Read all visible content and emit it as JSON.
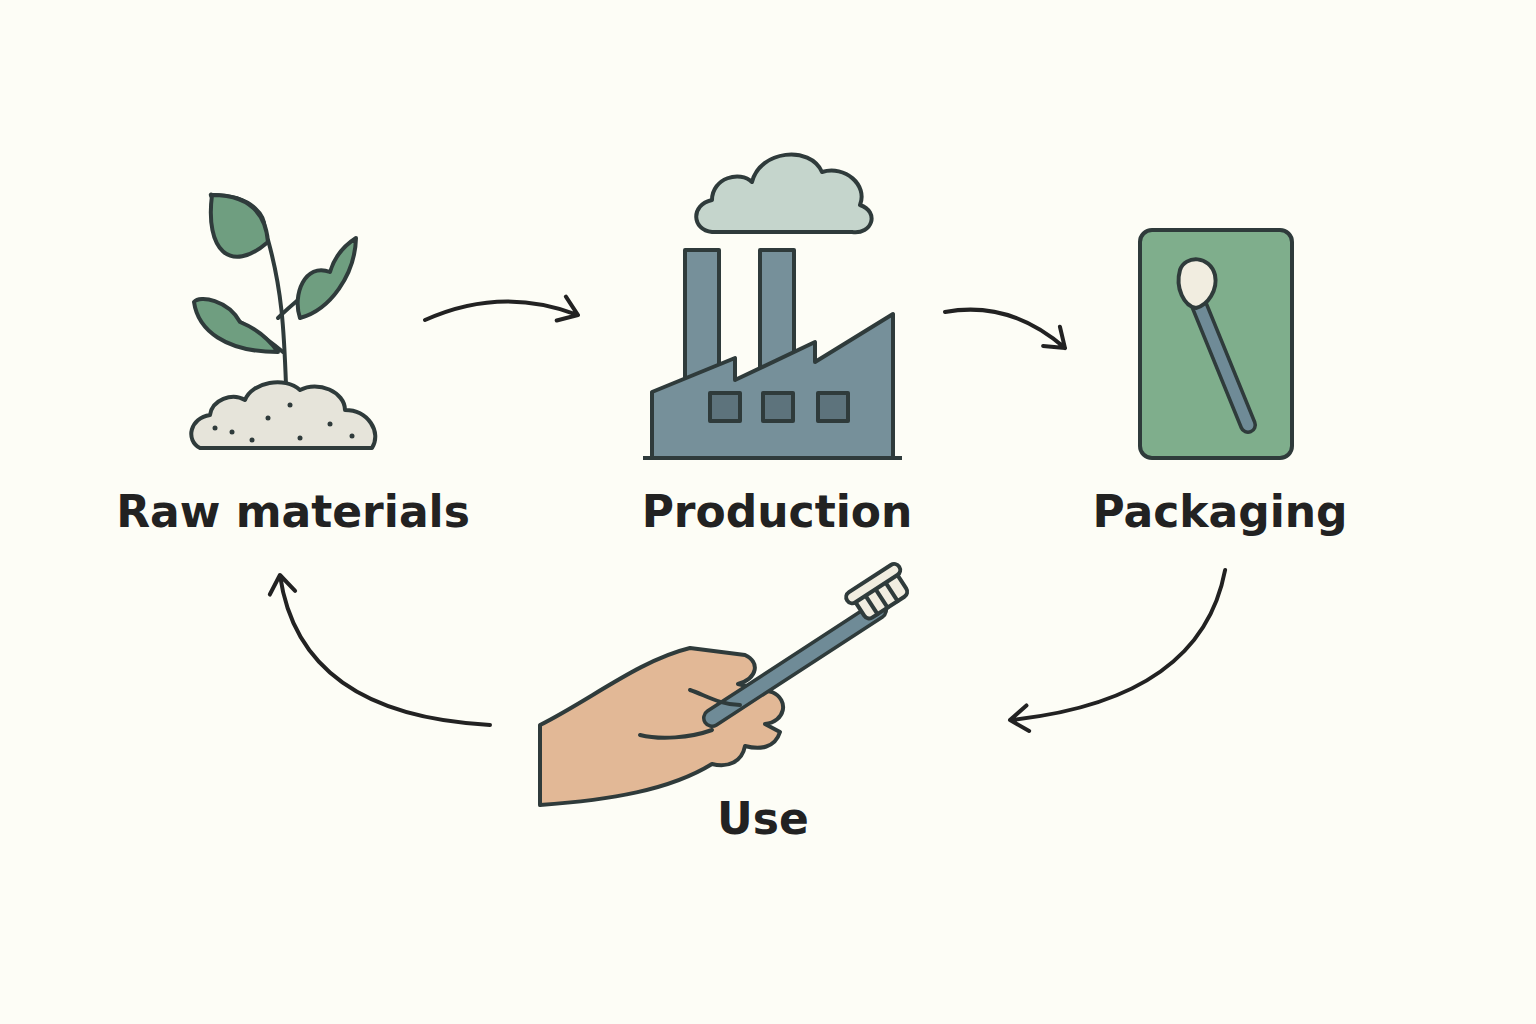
{
  "diagram": {
    "nodes": [
      {
        "text": [
          "Raw materials"
        ]
      },
      {
        "text": [
          "Production"
        ]
      },
      {
        "text": [
          "Packaging"
        ]
      },
      {
        "text": [
          "Use"
        ]
      }
    ],
    "edges": [
      {
        "from": 0,
        "to": 1,
        "arrow": "to"
      },
      {
        "from": 1,
        "to": 2,
        "arrow": "to"
      },
      {
        "from": 2,
        "to": 3,
        "arrow": "to"
      },
      {
        "from": 3,
        "to": 0,
        "arrow": "to"
      }
    ]
  }
}
